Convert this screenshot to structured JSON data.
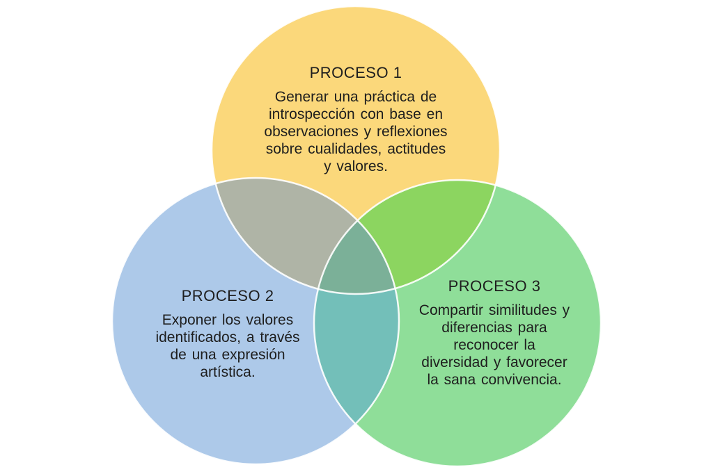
{
  "diagram": {
    "type": "venn",
    "background": "#FFFFFF",
    "text_color": "#1E1E1E",
    "circles": [
      {
        "id": "proceso1",
        "title": "PROCESO 1",
        "description": "Generar una práctica de\nintrospección con base en\nobservaciones y reflexiones\nsobre cualidades, actitudes\ny valores.",
        "color": "#FBD87B"
      },
      {
        "id": "proceso2",
        "title": "PROCESO 2",
        "description": "Exponer los valores\nidentificados, a través\nde una expresión\nartística.",
        "color": "#ADC9E9"
      },
      {
        "id": "proceso3",
        "title": "PROCESO 3",
        "description": "Compartir similitudes y\ndiferencias para\nreconocer la\ndiversidad y favorecer\nla sana convivencia.",
        "color": "#8FDE99"
      }
    ],
    "overlap_colors": {
      "yellow_blue": "#AFB4A6",
      "yellow_green": "#8CD560",
      "blue_green": "#73BFB9",
      "center": "#7BB098"
    }
  }
}
